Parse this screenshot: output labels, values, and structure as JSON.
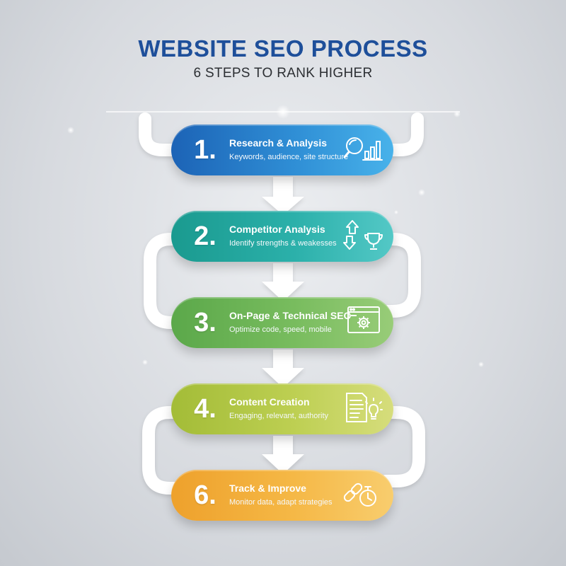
{
  "header": {
    "title": "WEBSITE SEO PROCESS",
    "subtitle": "6 STEPS TO RANK HIGHER"
  },
  "steps": [
    {
      "number": "1.",
      "label": "Research & Analysis",
      "description": "Keywords, audience, site structure",
      "icon": "magnifier-bar-chart-icon"
    },
    {
      "number": "2.",
      "label": "Competitor Analysis",
      "description": "Identify strengths & weakesses",
      "icon": "arrows-trophy-icon"
    },
    {
      "number": "3.",
      "label": "On-Page & Technical SEO",
      "description": "Optimize code, speed, mobile",
      "icon": "browser-gear-icon"
    },
    {
      "number": "4.",
      "label": "Content Creation",
      "description": "Engaging, relevant, authority",
      "icon": "document-lightbulb-icon"
    },
    {
      "number": "6.",
      "label": "Track & Improve",
      "description": "Monitor data, adapt strategies",
      "icon": "link-stopwatch-icon"
    }
  ],
  "colors": {
    "title": "#1e4f9a",
    "connector": "#ffffff",
    "step1": "#1c63b6",
    "step2": "#1a9a8f",
    "step3": "#5ba84a",
    "step4": "#a3bc37",
    "step6": "#eea12c"
  }
}
